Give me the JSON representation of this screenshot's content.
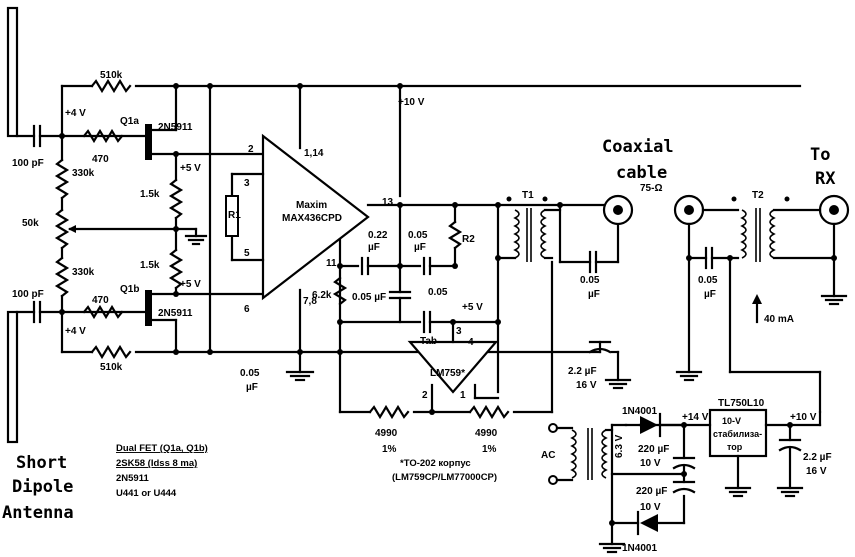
{
  "antenna": {
    "line1": "Short",
    "line2": "Dipole",
    "line3": "Antenna"
  },
  "coax": {
    "line1": "Coaxial",
    "line2": "cable",
    "impedance": "75-Ω"
  },
  "rx": {
    "line1": "To",
    "line2": "RX"
  },
  "ic1": {
    "line1": "Maxim",
    "line2": "MAX436CPD"
  },
  "ic2": {
    "name": "LM759*"
  },
  "reg": {
    "line1": "10-V",
    "line2": "стабилиза-",
    "line3": "тор",
    "part": "TL750L10"
  },
  "rails": {
    "p10": "+10 V",
    "p4a": "+4 V",
    "p4b": "+4 V",
    "p5a": "+5 V",
    "p5b": "+5 V",
    "p5c": "+5 V",
    "p14": "+14 V",
    "p10b": "+10 V"
  },
  "parts": {
    "r510a": "510k",
    "r510b": "510k",
    "c100a": "100 pF",
    "c100b": "100 pF",
    "r470a": "470",
    "r470b": "470",
    "q1a": "Q1a",
    "q1b": "Q1b",
    "fet1": "2N5911",
    "fet2": "2N5911",
    "r330a": "330k",
    "r330b": "330k",
    "r50k": "50k",
    "r15a": "1.5k",
    "r15b": "1.5k",
    "r1": "R1",
    "r2": "R2",
    "r62": "6.2k",
    "c022": "0.22",
    "c022u": "µF",
    "c005a": "0.05",
    "c005au": "µF",
    "c005b": "0.05 µF",
    "c005c": "0.05",
    "c005d": "0.05",
    "c005du": "µF",
    "c005e": "0.05",
    "c005eu": "µF",
    "c005f": "0.05",
    "c005fu": "µF",
    "c22a": "2.2 µF",
    "c22a2": "16 V",
    "c22b": "2.2 µF",
    "c22b2": "16 V",
    "r4990a": "4990",
    "r4990ap": "1%",
    "r4990b": "4990",
    "r4990bp": "1%",
    "t1": "T1",
    "t2": "T2",
    "tab": "Tab",
    "current": "40 mA",
    "ac": "AC",
    "v63": "6.3 V",
    "d1": "1N4001",
    "d2": "1N4001",
    "c220a": "220 µF",
    "c220a2": "10 V",
    "c220b": "220 µF",
    "c220b2": "10 V"
  },
  "pins": {
    "p2": "2",
    "p3": "3",
    "p5": "5",
    "p6": "6",
    "p1_14": "1,14",
    "p11": "11",
    "p13": "13",
    "p78": "7,8",
    "l3": "3",
    "l4": "4",
    "l2": "2",
    "l1": "1"
  },
  "notes": {
    "dual": "Dual FET (Q1a, Q1b)",
    "l1": "2SK58 (Idss 8 ma)",
    "l2": "2N5911",
    "l3": "U441 or U444",
    "pkg1": "*TO-202 корпус",
    "pkg2": "(LM759CP/LM77000CP)"
  }
}
